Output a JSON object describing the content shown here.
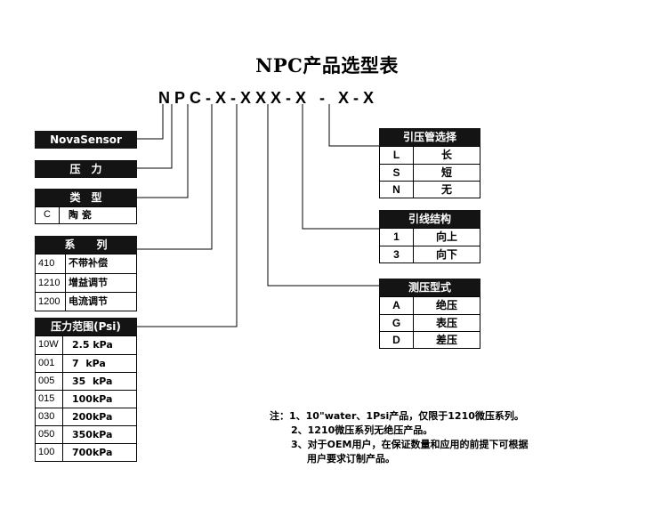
{
  "title": "NPC产品选型表",
  "code": "NPC-X-XXX-X - X-X",
  "left": {
    "brand": {
      "header": "NovaSensor"
    },
    "pressure": {
      "header": "压　力"
    },
    "type": {
      "header": "类　型",
      "rows": [
        {
          "code": "C",
          "desc": "陶 瓷"
        }
      ]
    },
    "series": {
      "header": "系　　列",
      "rows": [
        {
          "code": "410",
          "desc": "不带补偿"
        },
        {
          "code": "1210",
          "desc": "增益调节"
        },
        {
          "code": "1200",
          "desc": "电流调节"
        }
      ]
    },
    "range": {
      "header": "压力范围(Psi)",
      "rows": [
        {
          "code": "10W",
          "desc": "2.5 kPa"
        },
        {
          "code": "001",
          "desc": "7  kPa"
        },
        {
          "code": "005",
          "desc": "35  kPa"
        },
        {
          "code": "015",
          "desc": "100kPa"
        },
        {
          "code": "030",
          "desc": "200kPa"
        },
        {
          "code": "050",
          "desc": "350kPa"
        },
        {
          "code": "100",
          "desc": "700kPa"
        }
      ]
    }
  },
  "right": {
    "tube": {
      "header": "引压管选择",
      "rows": [
        {
          "code": "L",
          "desc": "长"
        },
        {
          "code": "S",
          "desc": "短"
        },
        {
          "code": "N",
          "desc": "无"
        }
      ]
    },
    "lead": {
      "header": "引线结构",
      "rows": [
        {
          "code": "1",
          "desc": "向上"
        },
        {
          "code": "3",
          "desc": "向下"
        }
      ]
    },
    "measure": {
      "header": "测压型式",
      "rows": [
        {
          "code": "A",
          "desc": "绝压"
        },
        {
          "code": "G",
          "desc": "表压"
        },
        {
          "code": "D",
          "desc": "差压"
        }
      ]
    }
  },
  "notes": [
    "注：1、10\"water、1Psi产品，仅限于1210微压系列。",
    "2、1210微压系列无绝压产品。",
    "3、对于OEM用户，在保证数量和应用的前提下可根据",
    "用户要求订制产品。"
  ]
}
